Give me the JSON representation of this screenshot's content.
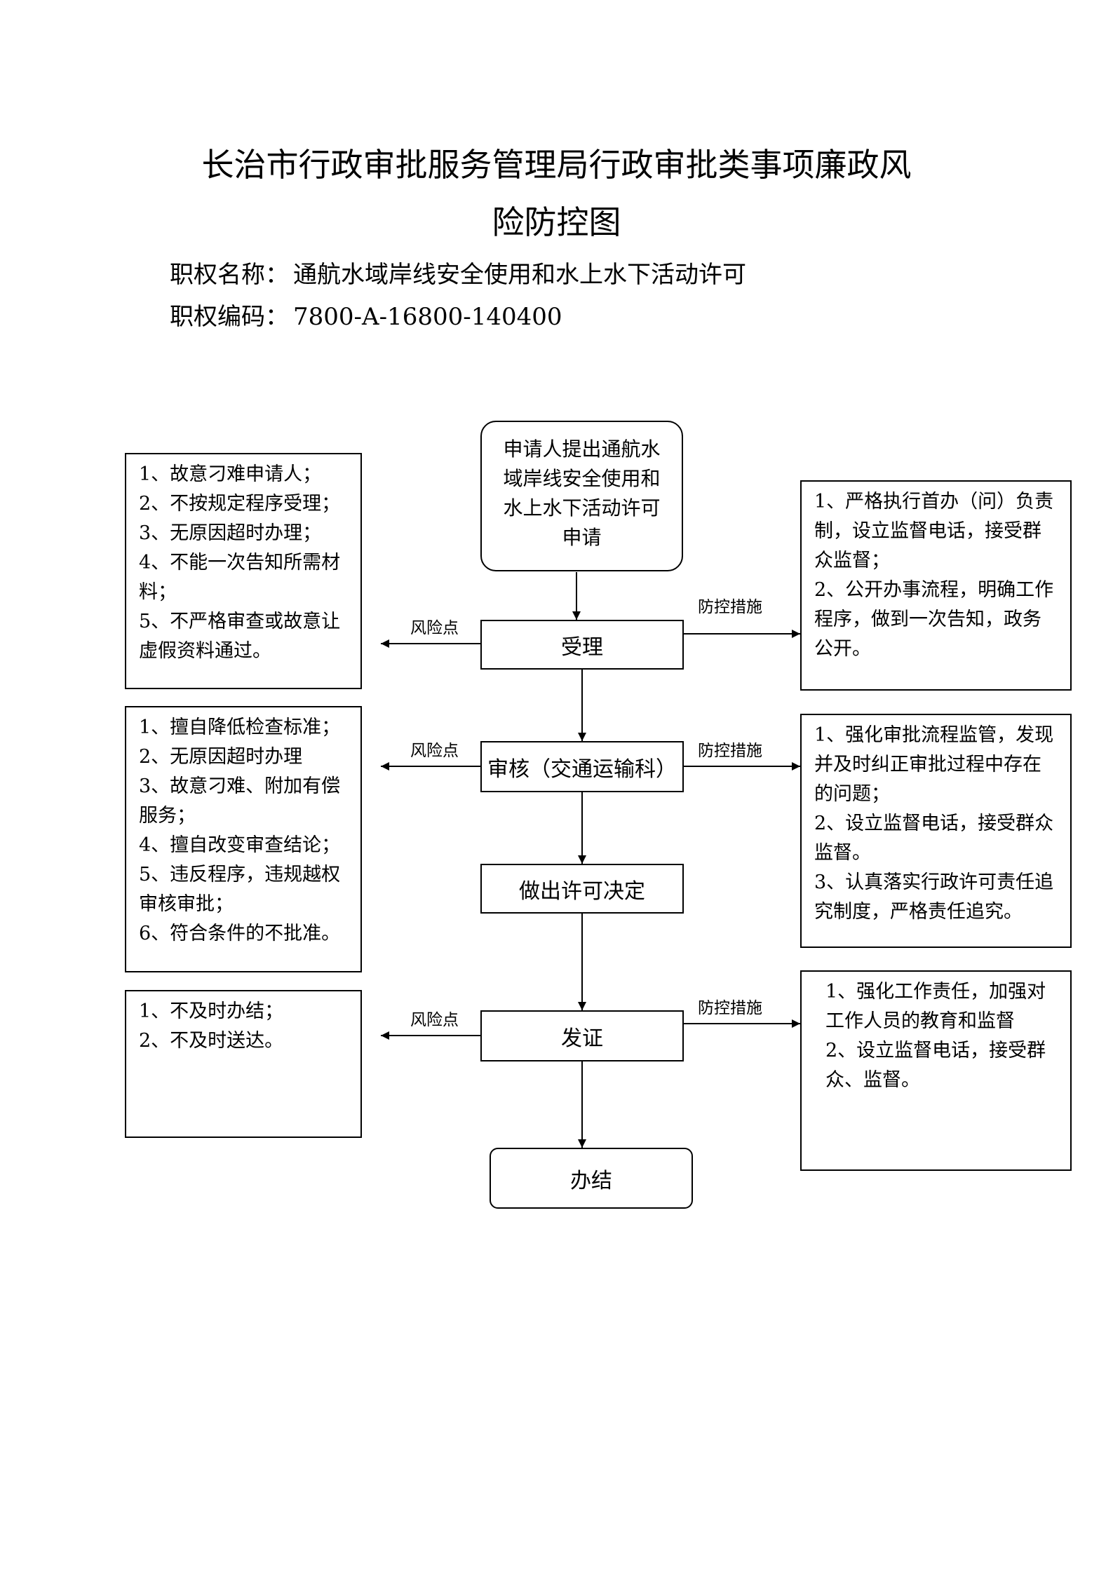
{
  "title": {
    "line1": "长治市行政审批服务管理局行政审批类事项廉政风",
    "line2": "险防控图"
  },
  "authority": {
    "name_label": "职权名称：",
    "name_value": "通航水域岸线安全使用和水上水下活动许可",
    "code_label": "职权编码：",
    "code_value": "7800-A-16800-140400"
  },
  "flow": {
    "start": [
      "申请人提出通航水",
      "域岸线安全使用和",
      "水上水下活动许可",
      "申请"
    ],
    "steps": {
      "accept": "受理",
      "review": "审核（交通运输科）",
      "decision": "做出许可决定",
      "issue": "发证",
      "finish": "办结"
    },
    "risk_label": "风险点",
    "control_label": "防控措施",
    "risks": {
      "accept": [
        "1、故意刁难申请人；",
        "2、不按规定程序受理；",
        "3、无原因超时办理；",
        "4、不能一次告知所需材",
        "料；",
        "5、不严格审查或故意让",
        "虚假资料通过。"
      ],
      "review": [
        "1、擅自降低检查标准；",
        "2、无原因超时办理",
        "3、故意刁难、附加有偿",
        "服务；",
        "4、擅自改变审查结论；",
        "5、违反程序，违规越权",
        "审核审批；",
        "6、符合条件的不批准。"
      ],
      "issue": [
        "1、不及时办结；",
        "2、不及时送达。"
      ]
    },
    "controls": {
      "accept": [
        "1、严格执行首办（问）负责",
        "制，设立监督电话，接受群",
        "众监督；",
        "2、公开办事流程，明确工作",
        "程序，做到一次告知，政务",
        "公开。"
      ],
      "review": [
        "1、强化审批流程监管，发现",
        "并及时纠正审批过程中存在",
        "的问题；",
        "2、设立监督电话，接受群众",
        "监督。",
        "3、认真落实行政许可责任追",
        "究制度，严格责任追究。"
      ],
      "issue": [
        "1、强化工作责任，加强对",
        "工作人员的教育和监督",
        "2、设立监督电话，接受群",
        "众、监督。"
      ]
    }
  }
}
